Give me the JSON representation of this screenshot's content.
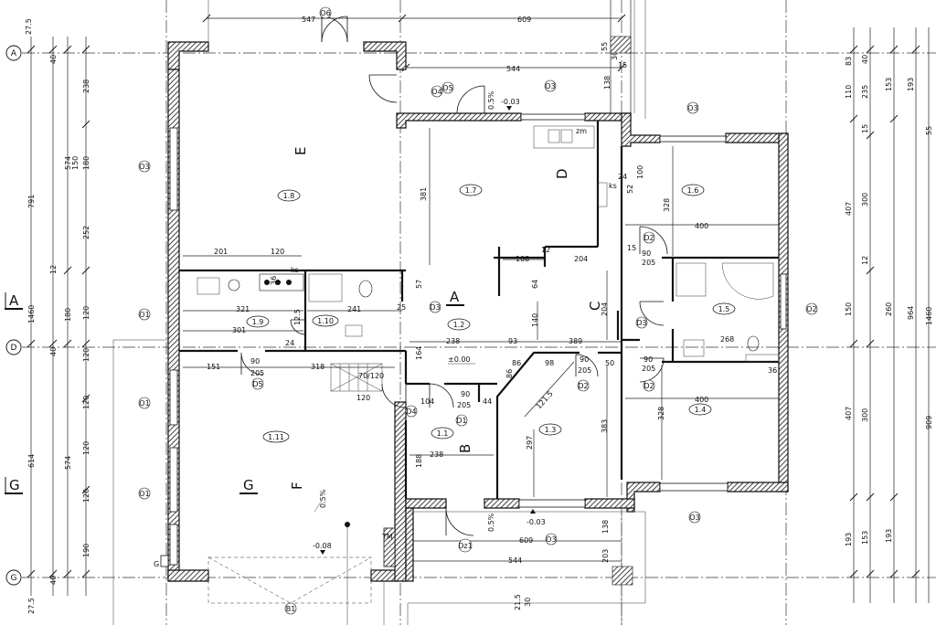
{
  "axes": [
    "A",
    "D",
    "G"
  ],
  "sections": [
    "A",
    "A",
    "G",
    "G"
  ],
  "rooms": [
    {
      "id": "r18",
      "code": "1.8",
      "letter": "E"
    },
    {
      "id": "r17",
      "code": "1.7",
      "letter": "D"
    },
    {
      "id": "r16",
      "code": "1.6"
    },
    {
      "id": "r15",
      "code": "1.5"
    },
    {
      "id": "r14",
      "code": "1.4"
    },
    {
      "id": "r13",
      "code": "1.3"
    },
    {
      "id": "r12",
      "code": "1.2",
      "letter": "A"
    },
    {
      "id": "r11",
      "code": "1.1",
      "letter": "B"
    },
    {
      "id": "r19",
      "code": "1.9"
    },
    {
      "id": "r110",
      "code": "1.10"
    },
    {
      "id": "r111",
      "code": "1.11",
      "letter": "G",
      "letter2": "F"
    }
  ],
  "letter_c": "C",
  "levels": {
    "zero": "±0.00",
    "ent_top": "-0.03",
    "ent_bottom": "-0.03",
    "terrace": "-0.08"
  },
  "slopes": {
    "top": "0.5%",
    "bottom": "0.5%",
    "terrace": "0.5%"
  },
  "tags": {
    "o1": "O1",
    "o2": "O2",
    "o3": "O3",
    "o4": "O4",
    "o5": "O5",
    "o6": "O6",
    "d2": "D2",
    "d3": "D3",
    "d4": "D4",
    "d5": "D5",
    "d1": "D1",
    "dz1": "Dz1",
    "b1": "B1"
  },
  "labels": {
    "zm": "zm",
    "ks": "ks",
    "tm": "TM",
    "stair": "70/120",
    "g_mark": "G"
  },
  "dims_top": {
    "d547": "547",
    "d609": "609",
    "d544": "544",
    "d303": "303",
    "d138": "138",
    "d55": "55",
    "d15": "15"
  },
  "dims_left": {
    "d275a": "27.5",
    "d791": "791",
    "d1460": "1460",
    "d614": "614",
    "d275b": "27.5",
    "d238": "238",
    "d574a": "574",
    "d180a": "180",
    "d252": "252",
    "d12": "12",
    "d180b": "180",
    "d120a": "120",
    "d120b": "120",
    "d150": "150",
    "d574b": "574",
    "d120c": "120",
    "d120d": "120",
    "d120e": "120",
    "d190": "190",
    "d40a": "40",
    "d40b": "40",
    "d40c": "40"
  },
  "dims_right": {
    "d83": "83",
    "d110": "110",
    "d235": "235",
    "d40r": "40",
    "d153a": "153",
    "d193a": "193",
    "d407a": "407",
    "d300a": "300",
    "d150r": "150",
    "d260": "260",
    "d964": "964",
    "d1460r": "1460",
    "d909": "909",
    "d407b": "407",
    "d300b": "300",
    "d193b": "193",
    "d153b": "153",
    "d55r": "55",
    "d12r": "12",
    "d15r": "15"
  },
  "dims_inner": {
    "d201": "201",
    "d120i": "120",
    "d381": "381",
    "d328a": "328",
    "d400a": "400",
    "d100": "100",
    "d52": "52",
    "d24": "24",
    "d108": "108",
    "d204a": "204",
    "d57": "57",
    "d321": "321",
    "d241": "241",
    "d36": "36",
    "d301": "301",
    "d238a": "238",
    "d93": "93",
    "d389": "389",
    "d140": "140",
    "d204b": "204",
    "d164": "164",
    "d151": "151",
    "d90a": "90",
    "d205a": "205",
    "d318": "318",
    "d90b": "90",
    "d205b": "205",
    "d104": "104",
    "d44": "44",
    "d86a": "86",
    "d86b": "86",
    "d98": "98",
    "d90c": "90",
    "d205c": "205",
    "d50": "50",
    "d90d": "90",
    "d205d": "205",
    "d1215": "121.5",
    "d297": "297",
    "d383": "383",
    "d238b": "238",
    "d188": "188",
    "d328b": "328",
    "d400b": "400",
    "d268": "268",
    "d90e": "90",
    "d205e": "205",
    "d609b": "609",
    "d544b": "544",
    "d203": "203",
    "d138b": "138",
    "d215": "21.5",
    "d30": "30",
    "d125": "12.5",
    "d25": "25",
    "d24b": "24",
    "d12b": "12",
    "d15b": "15",
    "d64": "64"
  }
}
